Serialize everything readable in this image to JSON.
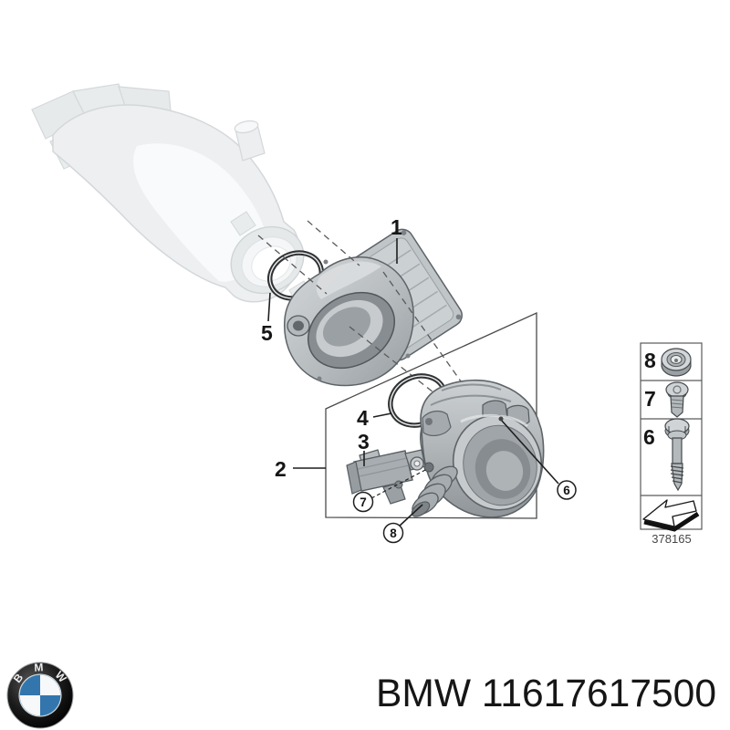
{
  "diagram": {
    "callouts": {
      "1": "1",
      "2": "2",
      "3": "3",
      "4": "4",
      "5": "5",
      "6": "6",
      "7": "7",
      "8": "8"
    }
  },
  "legend": {
    "rows": [
      {
        "label": "8",
        "icon": "nut-icon"
      },
      {
        "label": "7",
        "icon": "short-screw-icon"
      },
      {
        "label": "6",
        "icon": "long-screw-icon"
      }
    ],
    "direction_icon": "arrow-down-left-icon",
    "diagram_number": "378165"
  },
  "footer": {
    "logo_letters": {
      "b": "B",
      "m": "M",
      "w": "W"
    },
    "part_label": "BMW 11617617500"
  },
  "colors": {
    "bmw_blue": "#3376ad",
    "part_gray": "#b4b9bc",
    "line": "#1f1f1f",
    "ghost_gray": "#edeff0"
  }
}
